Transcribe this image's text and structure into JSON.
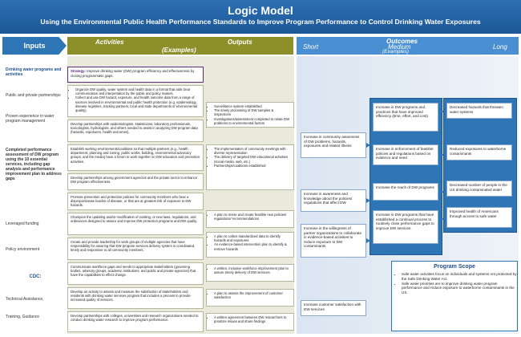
{
  "header": {
    "title": "Logic Model",
    "subtitle": "Using the Environmental Public Health Performance Standards to Improve Program Performance to Control Drinking Water Exposures"
  },
  "columns": {
    "inputs": "Inputs",
    "activities": "Activities",
    "outputs": "Outputs",
    "examples": "(Examples)",
    "outcomes": "Outcomes",
    "short": "Short",
    "medium": "Medium",
    "long": "Long",
    "outcomes_examples": "(Examples)"
  },
  "inputs": [
    "Drinking water programs and activities",
    "Public and private partnerships",
    "Proven experience in water program management",
    "Completed performance assessment of DW program using the 10 essential services, including gap analysis and performance improvement plan to address gaps",
    "Leveraged funding",
    "Policy environment",
    "CDC:",
    "Technical Assistance,",
    "Training, Guidance"
  ],
  "strategy": {
    "label": "Strategy:",
    "text": "Improve drinking water (DW) program efficiency and effectiveness by closing programmatic gaps."
  },
  "activities": [
    "Organize DW quality, water system and health data in a format that aids clear communication and interpretation by the public and policy makers.",
    "Collect and use DW hazard, exposure, and health outcome data from a range of sources involved in environmental and public health protection (e.g. epidemiology, disease registries, tracking partners, local and state departments of environmental quality).",
    "Develop partnerships with epidemiologists, statisticians, laboratory professionals, toxicologists, hydrologists, and others needed to assist in analyzing DW program data (hazards, exposures, health outcomes).",
    "Establish working environments/coalitions so that multiple partners (e.g., health department, planning and zoning, public works, building, environmental advocacy groups, and the media) have a forum to work together on DW education and promotion activities.",
    "Develop partnerships among government agencies and the private sector to enhance DW program effectiveness.",
    "Promote prevention and protection policies for community members who bear a disproportionate burden of disease, or that are at greatest risk of exposure to DW hazards.",
    "Champion the updating and/or modification of existing, or new laws, regulations, and ordinances designed to assure and improve DW protection programs and DW quality.",
    "Create and provide leadership for work groups of multiple agencies that have responsibility for assuring that DW program services delivery system is coordinated, timely and responsive to all community members.",
    "Communicate workforce gaps and needs to appropriate stakeholders (governing bodies, advisory groups, academic institutions, and public and private agencies) that have the capabilities to effect change.",
    "Develop an activity to assess and measure the satisfaction of stakeholders and residents with drinking water services program that includes a process to provide increased quality of services.",
    "Develop partnerships with colleges, universities and research organizations needed to conduct drinking water research to improve program performance."
  ],
  "outputs": [
    [
      "Surveillance system established",
      "The timely processing of DW samples & inspections",
      "Investigations/assessment completed to relate DW problems to environmental factors"
    ],
    [
      "The implementation of community meetings with diverse representation",
      "The delivery of targeted DW educational activities (social media, web, etc.)",
      "Partnerships/coalitions established"
    ],
    [
      "A plan to revise and create feasible new policies/ regulations/ recommendations"
    ],
    [
      "A plan to collect standardized data to identify hazards and exposures",
      "An evidence-based intervention plan to identify & remove hazards"
    ],
    [
      "A written, inclusive workforce improvement plan to assure timely delivery of DW services"
    ],
    [
      "A plan to assess the improvement of customer satisfaction"
    ],
    [
      "A written agreement between DW researchers to prioritize issues and share findings"
    ]
  ],
  "short_outcomes": [
    "Increase in community awareness of DW problems, hazards, exposures and related illness",
    "Increase in awareness and knowledge about the policies/ regulations that affect DW",
    "Increase in the willingness of partner organizations to collaborate in evidence-based activities to reduce exposure to DW contaminants",
    "Increase customer satisfaction with DW services"
  ],
  "medium_outcomes": [
    "Increase in DW programs and practices that have improved efficiency (time, effort, and cost)",
    "Increase in enforcement of feasible policies and regulations based on evidence and need",
    "Increase the reach of DW programs",
    "Increase in DW programs that have established a continual process to routinely close performance gaps to improve DW services"
  ],
  "long_outcomes": [
    "Decreased hazards that threaten water systems",
    "Reduced exposures to waterborne contaminants",
    "Decreased number of people in the US drinking contaminated water",
    "Improved health of Americans through access to safe water"
  ],
  "program_scope": {
    "title": "Program Scope",
    "items": [
      "Safe water activities focus on individuals and systems not protected by the Safe Drinking Water Act.",
      "Safe water priorities are to improve drinking water program performance and reduce exposure to waterborne contaminants in the US."
    ]
  },
  "colors": {
    "header_blue": "#1c5796",
    "activities_olive": "#8c8f2a",
    "outcomes_blue": "#4a8fd1",
    "strategy_purple": "#5c2b7a"
  }
}
